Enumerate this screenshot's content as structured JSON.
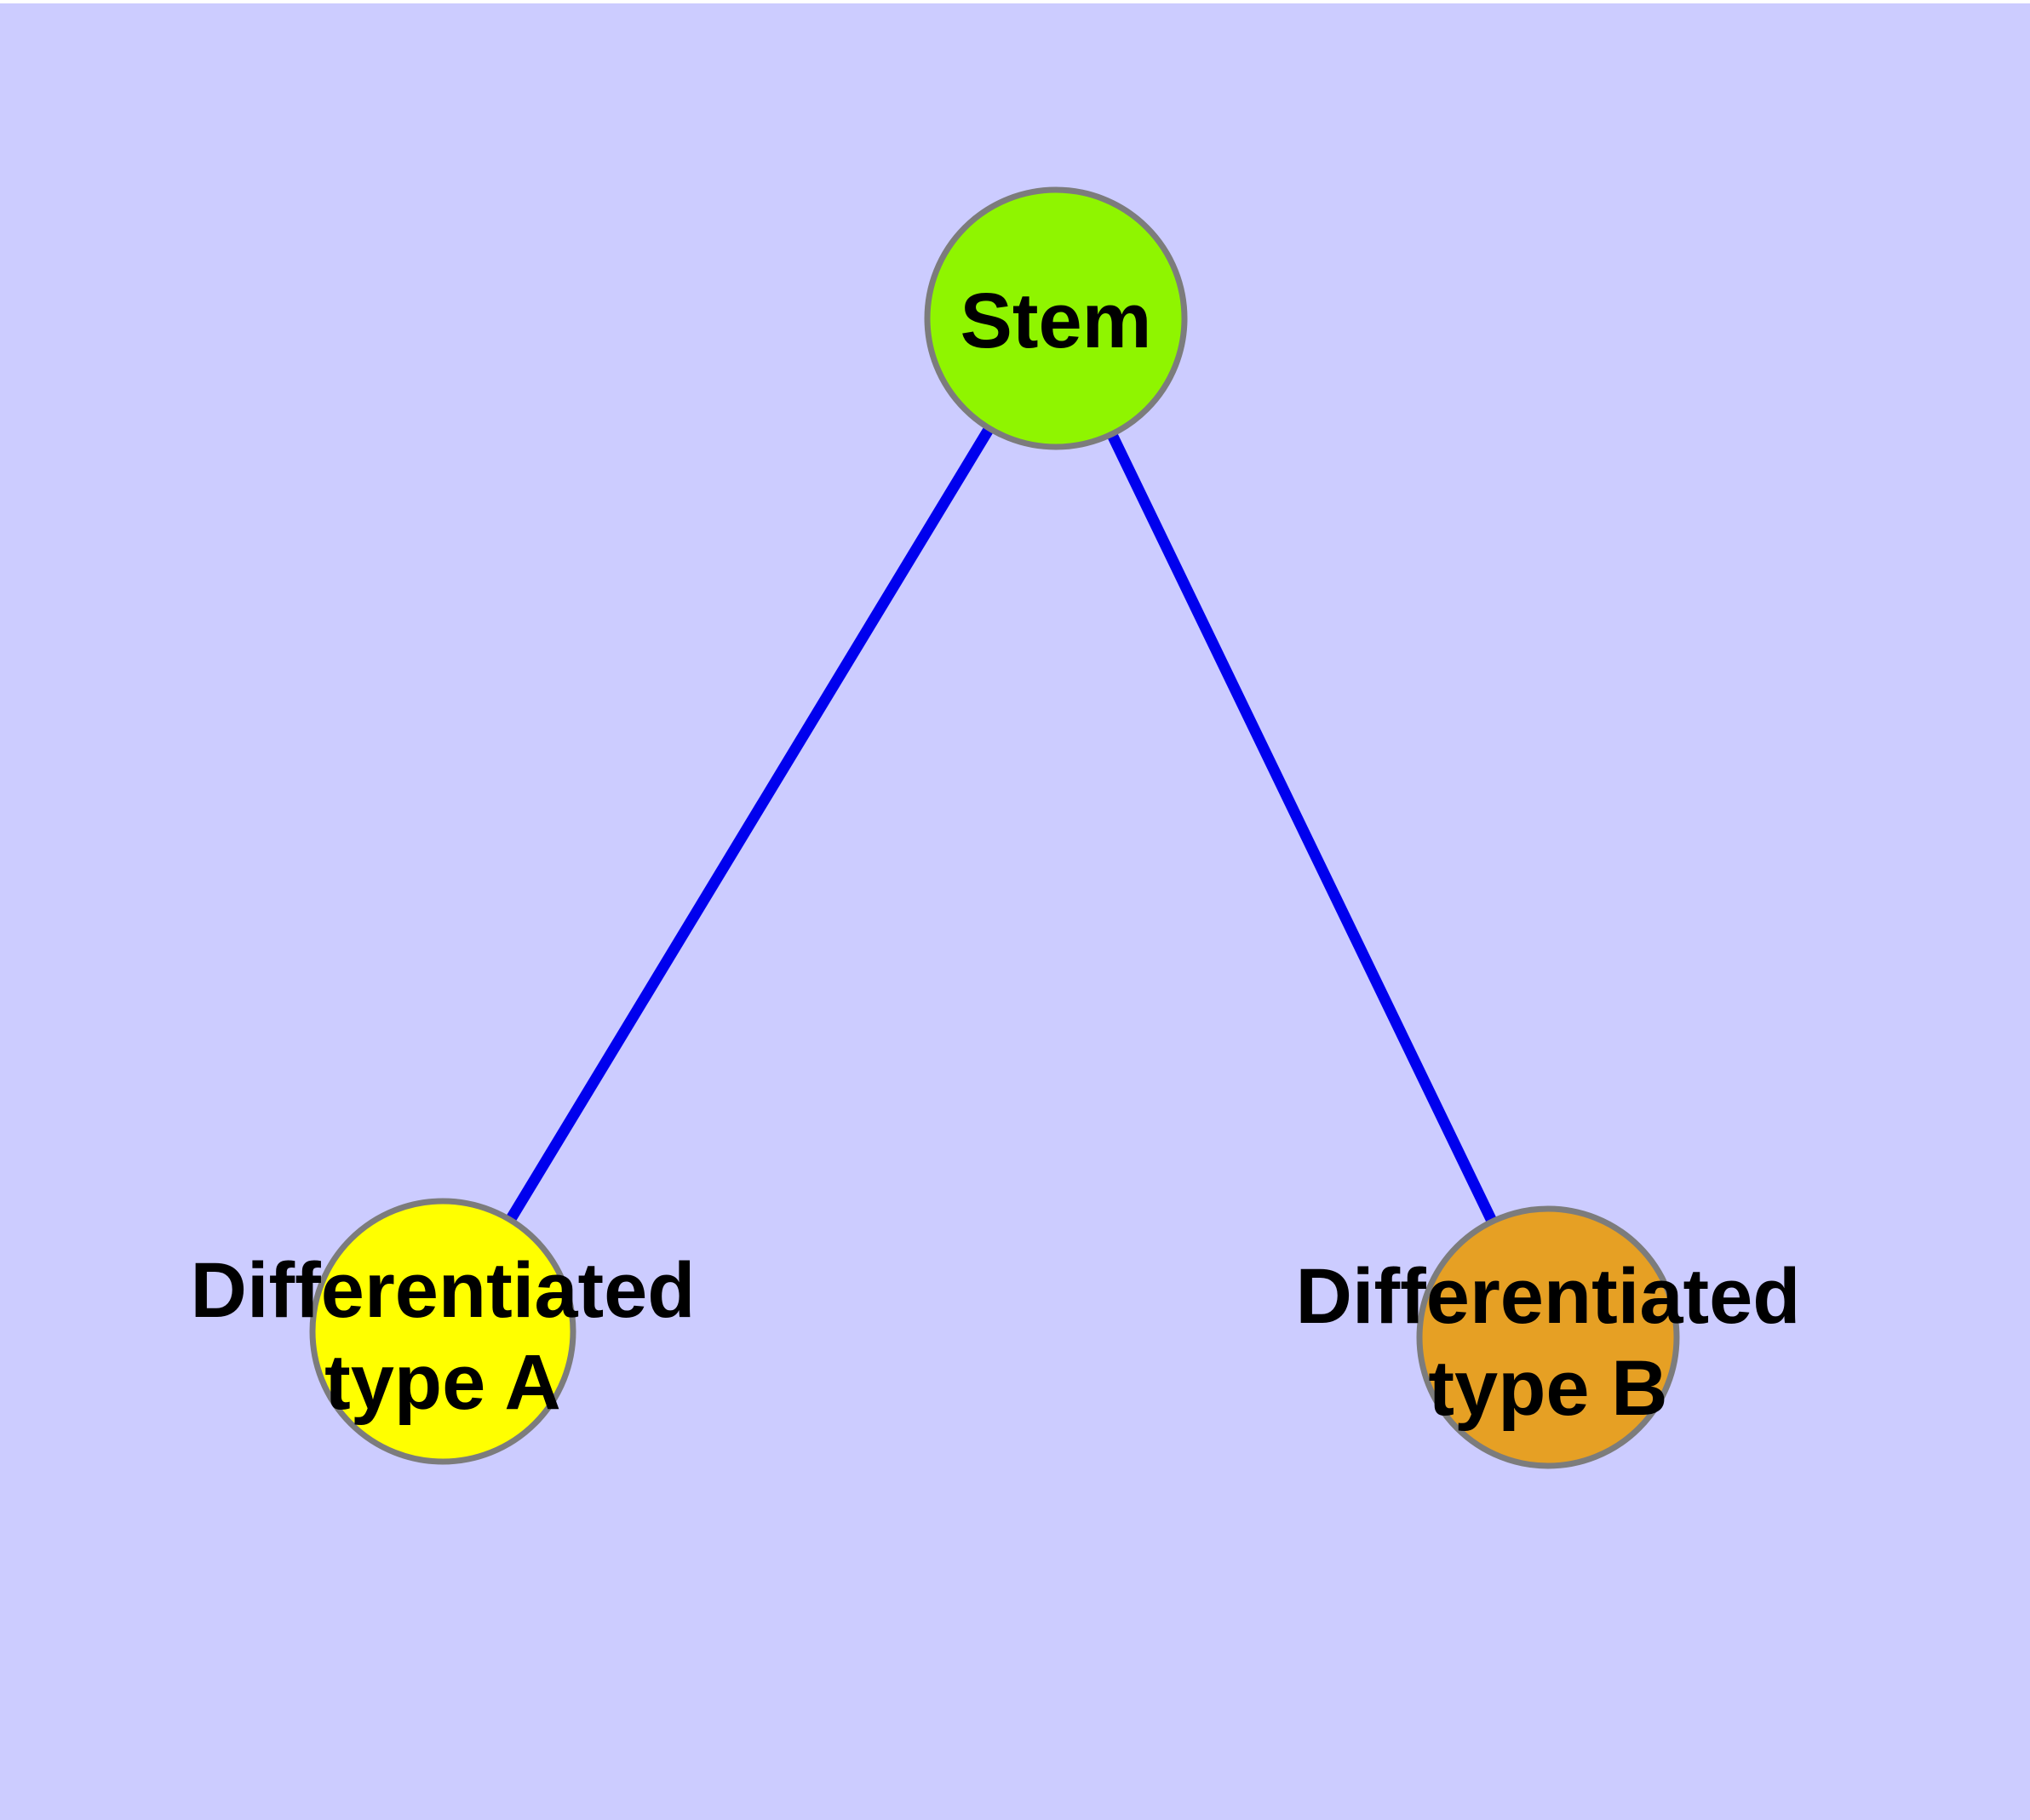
{
  "diagram_title": "",
  "colors": {
    "background": "#CCCCFF",
    "top_margin_strip": "#FFFFFF",
    "edge": "#0000EE",
    "node_border": "#7C7C7C",
    "label_text": "#000000",
    "stem_fill": "#8FF500",
    "type_a_fill": "#FFFF00",
    "type_b_fill": "#E6A024"
  },
  "nodes": {
    "stem": {
      "label": "Stem"
    },
    "type_a": {
      "label_line1": "Differentiated",
      "label_line2": "type A"
    },
    "type_b": {
      "label_line1": "Differentiated",
      "label_line2": "type B"
    }
  },
  "edges": [
    {
      "from": "Stem",
      "to": "Differentiated type A"
    },
    {
      "from": "Stem",
      "to": "Differentiated type B"
    }
  ]
}
